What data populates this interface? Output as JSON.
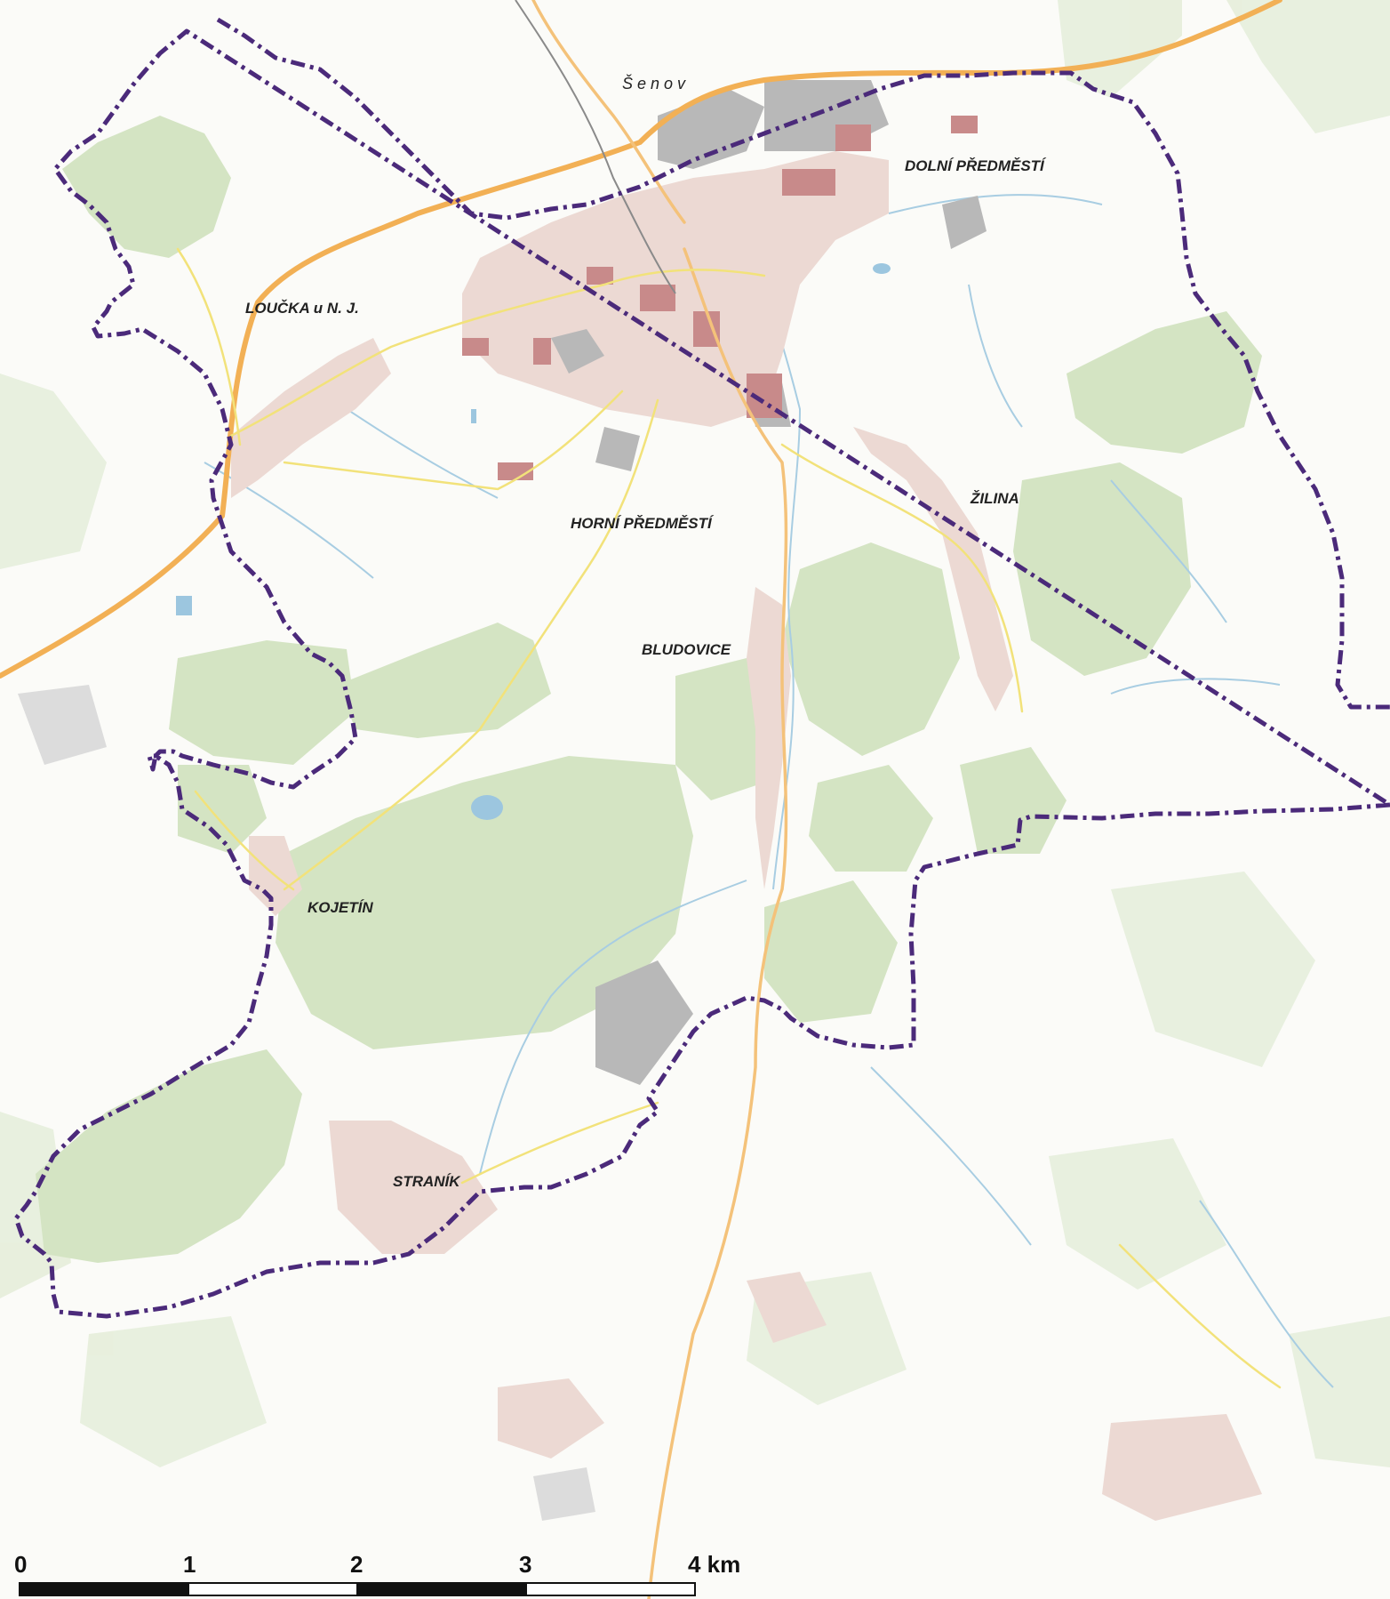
{
  "map": {
    "boundary_color": "#4b2a7a",
    "forest_color": "#d4e4c3",
    "road_main_color": "#f2b055",
    "road_minor_color": "#f2e27a",
    "water_color": "#9cc6df",
    "built_color": "#ecd9d3"
  },
  "places": {
    "senov": "Šenov",
    "dolni_predmesti": "DOLNÍ PŘEDMĚSTÍ",
    "loucka": "LOUČKA u N. J.",
    "horni_predmesti": "HORNÍ PŘEDMĚSTÍ",
    "zilina": "ŽILINA",
    "bludovice": "BLUDOVICE",
    "kojetin": "KOJETÍN",
    "stranik": "STRANÍK"
  },
  "scale_bar": {
    "labels": [
      "0",
      "1",
      "2",
      "3",
      "4 km"
    ]
  }
}
